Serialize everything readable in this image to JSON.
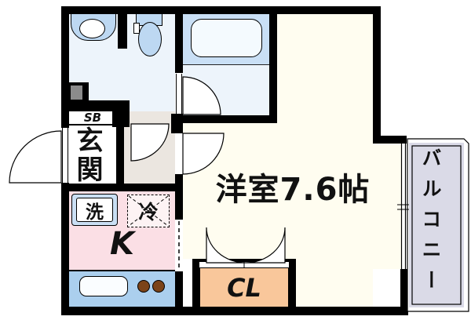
{
  "title": "apartment floor plan",
  "labels": {
    "shoe_box": "SB",
    "entrance": "玄関",
    "washer": "洗",
    "refrigerator": "冷",
    "kitchen": "K",
    "western_room": "洋室7.6帖",
    "closet": "CL",
    "balcony": "バルコニー"
  },
  "colors": {
    "wall": "#000000",
    "washroom_floor": "#edf4fb",
    "fixture_blue": "#bdd8f2",
    "tub_surround": "#c9dff5",
    "tub_fill": "#f4fafe",
    "main_room_floor": "#fffdf0",
    "hallway_floor": "#ebe6e0",
    "kitchen_floor": "#fbdfe5",
    "counter": "#abcfee",
    "burner": "#7b4318",
    "closet_fill": "#f9c79b",
    "balcony_fill": "#dadae7",
    "pipe_space": "#8b8b8b",
    "washer_box": "#cadff4",
    "fridge_box": "#fdf3f4"
  }
}
